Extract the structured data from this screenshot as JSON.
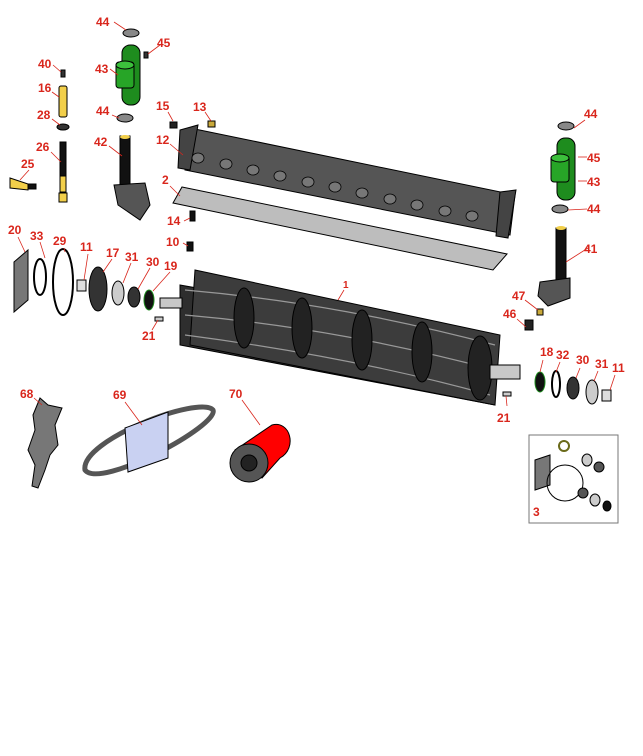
{
  "diagram": {
    "title": "Reel assembly parts diagram",
    "colors": {
      "label": "#d9261c",
      "reel": "#3c3c3c",
      "bracket": "#1e8c1e",
      "bushing": "#f2cf4a",
      "filter": "#ff0000",
      "belt_tag": "#c9d1f2"
    },
    "callouts": [
      "44",
      "45",
      "43",
      "40",
      "16",
      "28",
      "44",
      "26",
      "42",
      "25",
      "15",
      "13",
      "12",
      "2",
      "14",
      "10",
      "1",
      "20",
      "33",
      "29",
      "11",
      "17",
      "31",
      "30",
      "19",
      "21",
      "44",
      "45",
      "43",
      "44",
      "41",
      "47",
      "46",
      "18",
      "32",
      "30",
      "31",
      "11",
      "21",
      "68",
      "69",
      "70",
      "3"
    ]
  }
}
